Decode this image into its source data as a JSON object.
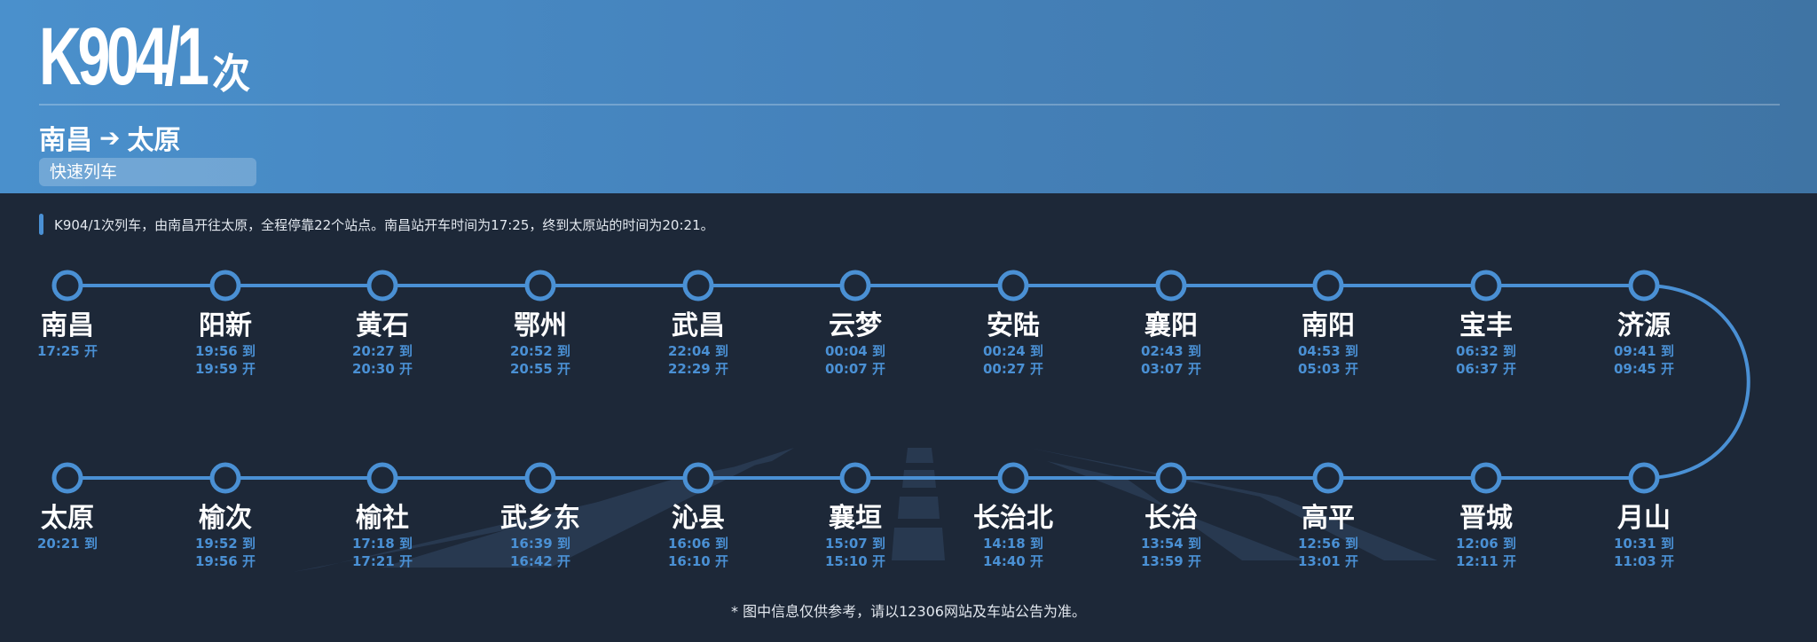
{
  "header": {
    "train_number": "K904/1",
    "train_suffix": "次",
    "origin": "南昌",
    "arrow": "➔",
    "destination": "太原",
    "train_type": "快速列车"
  },
  "description": "K904/1次列车，由南昌开往太原，全程停靠22个站点。南昌站开车时间为17:25，终到太原站的时间为20:21。",
  "colors": {
    "header_start": "#4a90cc",
    "header_end": "#3f74a4",
    "background": "#1d2838",
    "accent": "#4a90d4"
  },
  "stations_top": [
    {
      "name": "南昌",
      "t1": "17:25 开",
      "t2": ""
    },
    {
      "name": "阳新",
      "t1": "19:56 到",
      "t2": "19:59 开"
    },
    {
      "name": "黄石",
      "t1": "20:27 到",
      "t2": "20:30 开"
    },
    {
      "name": "鄂州",
      "t1": "20:52 到",
      "t2": "20:55 开"
    },
    {
      "name": "武昌",
      "t1": "22:04 到",
      "t2": "22:29 开"
    },
    {
      "name": "云梦",
      "t1": "00:04 到",
      "t2": "00:07 开"
    },
    {
      "name": "安陆",
      "t1": "00:24 到",
      "t2": "00:27 开"
    },
    {
      "name": "襄阳",
      "t1": "02:43 到",
      "t2": "03:07 开"
    },
    {
      "name": "南阳",
      "t1": "04:53 到",
      "t2": "05:03 开"
    },
    {
      "name": "宝丰",
      "t1": "06:32 到",
      "t2": "06:37 开"
    },
    {
      "name": "济源",
      "t1": "09:41 到",
      "t2": "09:45 开"
    }
  ],
  "stations_bottom": [
    {
      "name": "太原",
      "t1": "20:21 到",
      "t2": ""
    },
    {
      "name": "榆次",
      "t1": "19:52 到",
      "t2": "19:56 开"
    },
    {
      "name": "榆社",
      "t1": "17:18 到",
      "t2": "17:21 开"
    },
    {
      "name": "武乡东",
      "t1": "16:39 到",
      "t2": "16:42 开"
    },
    {
      "name": "沁县",
      "t1": "16:06 到",
      "t2": "16:10 开"
    },
    {
      "name": "襄垣",
      "t1": "15:07 到",
      "t2": "15:10 开"
    },
    {
      "name": "长治北",
      "t1": "14:18 到",
      "t2": "14:40 开"
    },
    {
      "name": "长治",
      "t1": "13:54 到",
      "t2": "13:59 开"
    },
    {
      "name": "高平",
      "t1": "12:56 到",
      "t2": "13:01 开"
    },
    {
      "name": "晋城",
      "t1": "12:06 到",
      "t2": "12:11 开"
    },
    {
      "name": "月山",
      "t1": "10:31 到",
      "t2": "11:03 开"
    }
  ],
  "footer": "* 图中信息仅供参考，请以12306网站及车站公告为准。"
}
